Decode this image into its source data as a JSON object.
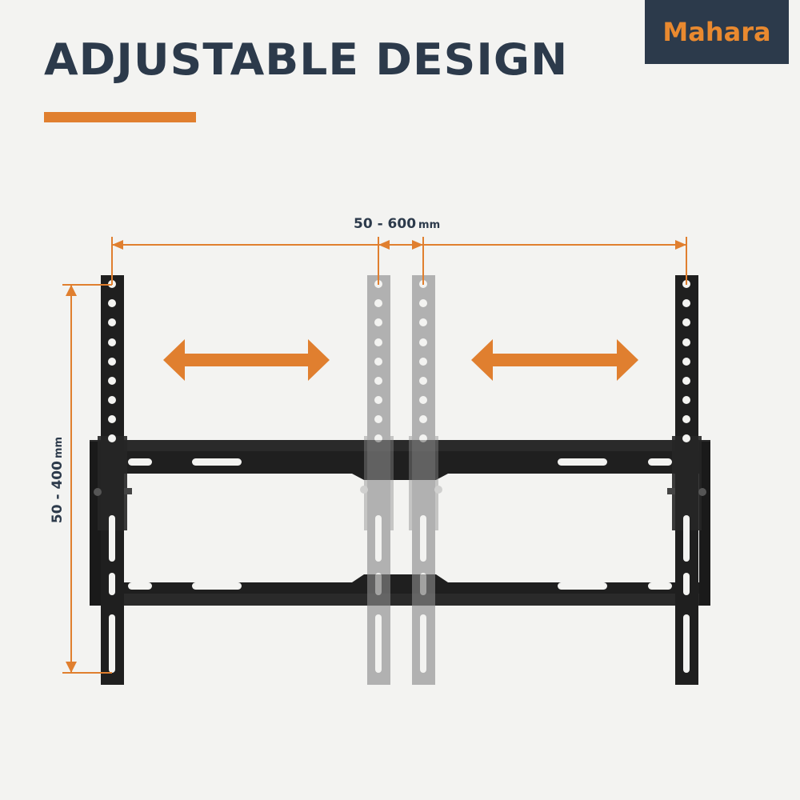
{
  "header": {
    "title": "ADJUSTABLE DESIGN",
    "brand": "Mahara"
  },
  "dimensions": {
    "horizontal": {
      "value": "50 - 600",
      "unit": "mm"
    },
    "vertical": {
      "value": "50 - 400",
      "unit": "mm"
    }
  },
  "icons": {
    "left_arrow": "double-headed-horizontal-arrow",
    "right_arrow": "double-headed-horizontal-arrow"
  },
  "colors": {
    "background": "#f3f3f1",
    "title": "#2c3a4b",
    "accent": "#e07f2f",
    "logo_bg": "#2c3a4b",
    "logo_text": "#e9892f",
    "bracket_dark": "#1f1f1f",
    "bracket_ghost": "#a3a3a3"
  }
}
